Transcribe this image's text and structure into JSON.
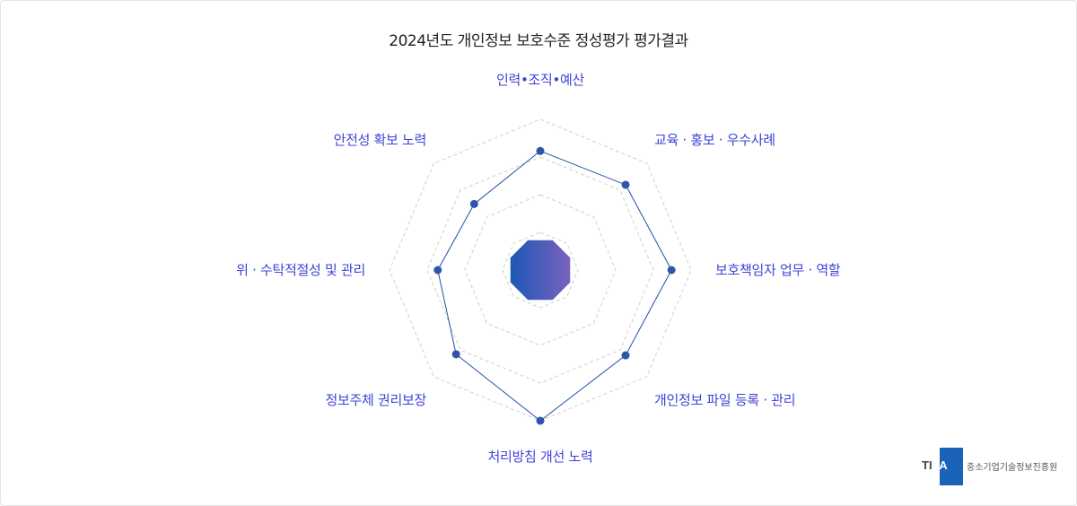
{
  "title": "2024년도 개인정보 보호수준 정성평가 평가결과",
  "logo": {
    "mark": "TIPA",
    "name": "중소기업기술정보진흥원"
  },
  "chart_data": {
    "type": "radar",
    "title": "2024년도 개인정보 보호수준 정성평가 평가결과",
    "axes": [
      "인력•조직•예산",
      "교육 · 홍보 · 우수사례",
      "보호책임자 업무 · 역할",
      "개인정보 파일 등록 · 관리",
      "처리방침 개선 노력",
      "정보주체 권리보장",
      "위 · 수탁적절성 및 관리",
      "안전성 확보 노력"
    ],
    "scale": {
      "min": 0,
      "max": 1,
      "rings": 4
    },
    "series": [
      {
        "values": [
          0.79,
          0.8,
          0.87,
          0.8,
          1.0,
          0.79,
          0.68,
          0.62
        ]
      }
    ],
    "colors": {
      "line": "#1f4fa8",
      "marker": "#2f55a8",
      "ring": "#cfcfcf",
      "center_from": "#1d57b5",
      "center_to": "#7a62bd"
    }
  }
}
